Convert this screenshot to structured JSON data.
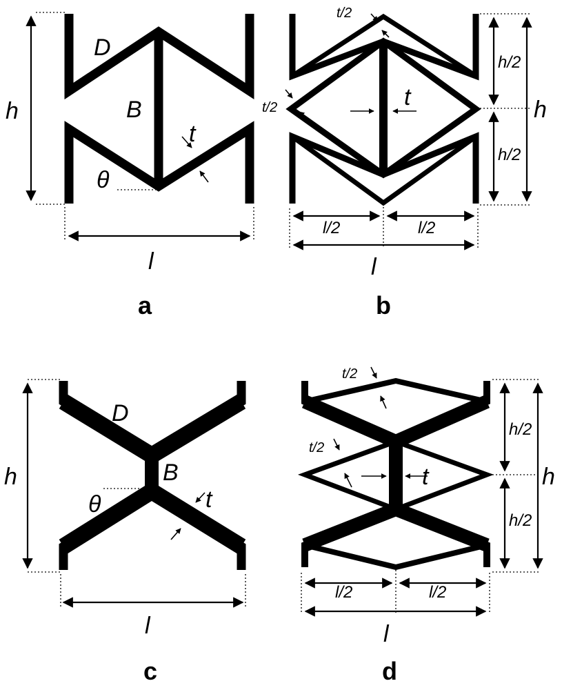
{
  "figure_colors": {
    "stroke": "#000000",
    "background": "#ffffff"
  },
  "panels": {
    "a": {
      "caption": "a",
      "D": "D",
      "B": "B",
      "t": "t",
      "theta": "θ",
      "h": "h",
      "l": "l"
    },
    "b": {
      "caption": "b",
      "t_half_top": "t/2",
      "t_half_left": "t/2",
      "t": "t",
      "h_half_top": "h/2",
      "h_half_bottom": "h/2",
      "h": "h",
      "l_half_left": "l/2",
      "l_half_right": "l/2",
      "l": "l"
    },
    "c": {
      "caption": "c",
      "D": "D",
      "B": "B",
      "t": "t",
      "theta": "θ",
      "h": "h",
      "l": "l"
    },
    "d": {
      "caption": "d",
      "t_half_top": "t/2",
      "t_half_left": "t/2",
      "t": "t",
      "h_half_top": "h/2",
      "h_half_bottom": "h/2",
      "h": "h",
      "l_half_left": "l/2",
      "l_half_right": "l/2",
      "l": "l"
    }
  }
}
